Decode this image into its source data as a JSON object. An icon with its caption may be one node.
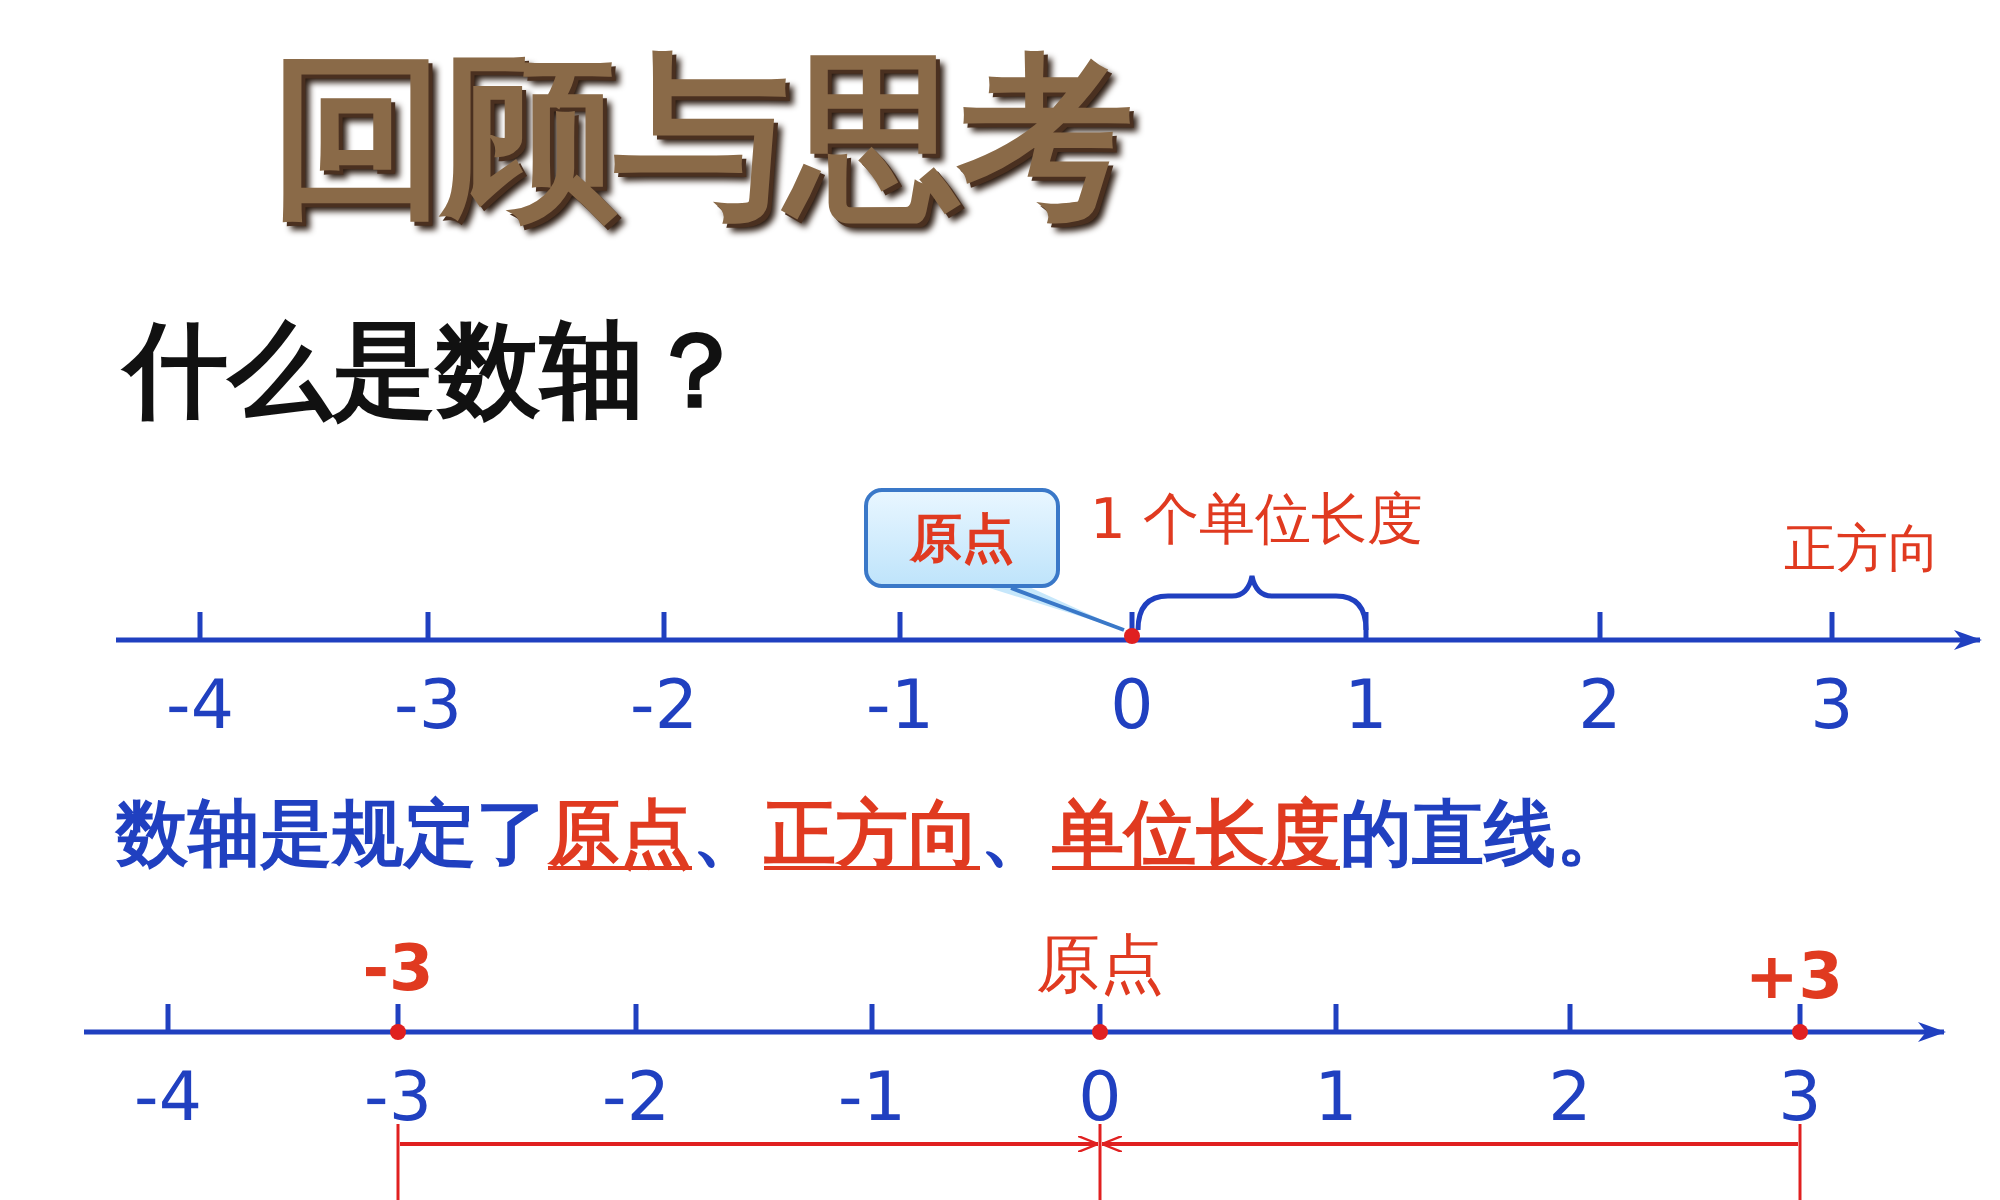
{
  "diagram": {
    "title": "回顾与思考",
    "nodes": [
      {
        "text": [
          "原点"
        ]
      },
      {
        "text": [],
        "shape": "circle"
      }
    ],
    "edges": [
      {
        "from": 0,
        "to": 1,
        "arrow": "none"
      }
    ],
    "labels": [
      "什么是数轴？",
      "1 个单位长度",
      "正方向",
      "-4",
      "-3",
      "-2",
      "-1",
      "0",
      "1",
      "2",
      "3",
      "数轴是规定了**原点**、**正方向**、**单位长度**的直线。",
      "-3",
      "原点",
      "+3",
      "-4",
      "-3",
      "-2",
      "-1",
      "0",
      "1",
      "2",
      "3"
    ]
  }
}
